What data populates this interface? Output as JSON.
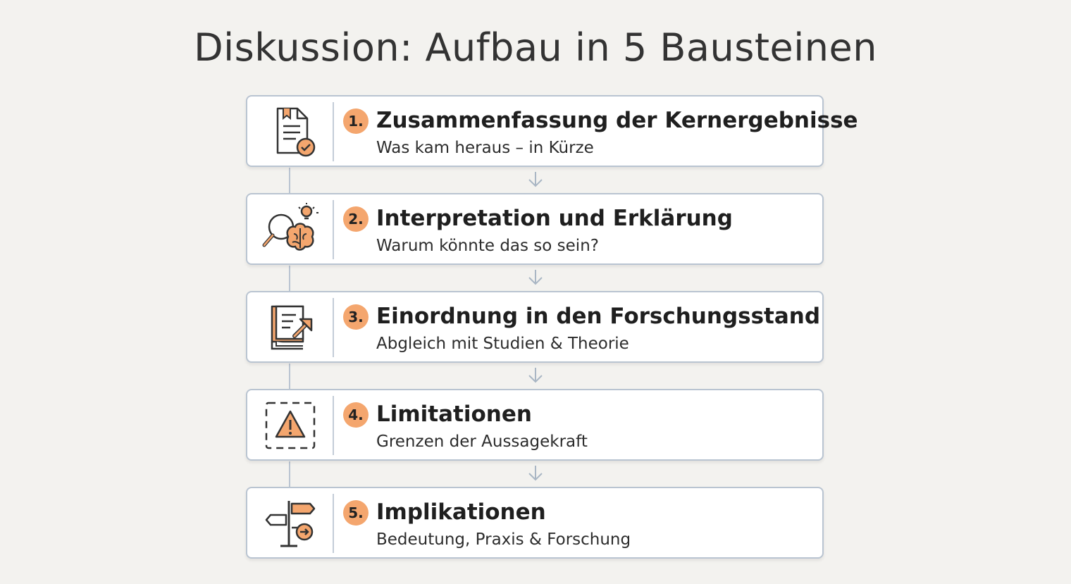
{
  "title": "Diskussion: Aufbau in 5 Bausteinen",
  "colors": {
    "accent": "#f4a66e",
    "border": "#b9c4d1",
    "background": "#f3f2ef"
  },
  "steps": [
    {
      "number": "1.",
      "title": "Zusammenfassung der Kernergebnisse",
      "subtitle": "Was kam heraus – in Kürze",
      "icon": "document-check-icon"
    },
    {
      "number": "2.",
      "title": "Interpretation und Erklärung",
      "subtitle": "Warum könnte das so sein?",
      "icon": "magnifier-brain-icon"
    },
    {
      "number": "3.",
      "title": "Einordnung in den Forschungsstand",
      "subtitle": "Abgleich mit Studien & Theorie",
      "icon": "book-arrow-icon"
    },
    {
      "number": "4.",
      "title": "Limitationen",
      "subtitle": "Grenzen der Aussagekraft",
      "icon": "warning-icon"
    },
    {
      "number": "5.",
      "title": "Implikationen",
      "subtitle": "Bedeutung, Praxis & Forschung",
      "icon": "signpost-icon"
    }
  ]
}
